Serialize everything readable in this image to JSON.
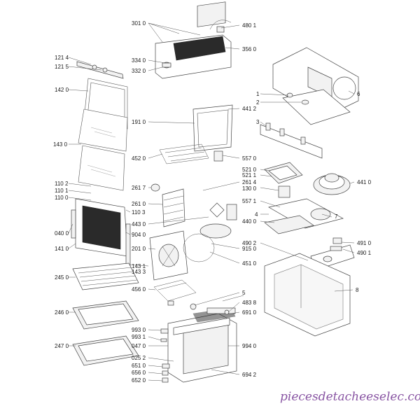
{
  "colors": {
    "watermark": "#6b2a8c",
    "line": "#444444"
  },
  "watermark": "piecesdetacheeselec.com",
  "labels": {
    "l3010": "301 0",
    "l4801": "480 1",
    "l3560": "356 0",
    "l3340": "334 0",
    "l3320": "332 0",
    "l1214": "121 4",
    "l1215": "121 5",
    "l1420": "142 0",
    "l1430": "143 0",
    "l1910": "191 0",
    "l4412": "441 2",
    "l4520": "452 0",
    "l5570": "557 0",
    "l5210": "521 0",
    "l5211": "521 1",
    "l2614": "261 4",
    "l1300": "130 0",
    "l4410": "441 0",
    "l2617": "261 7",
    "l2610": "261 0",
    "l5571": "557 1",
    "l4": "4",
    "l4400": "440 0",
    "l7": "7",
    "l1102": "110 2",
    "l1101": "110 1",
    "l1100": "110 0",
    "l1103": "110 3",
    "l4430": "443 0",
    "l0400": "040 0",
    "l9040": "904 0",
    "l1410": "141 0",
    "l2010": "201 0",
    "l9150": "915 0",
    "l4902": "490 2",
    "l4910": "491 0",
    "l4901": "490 1",
    "l1431": "143 1",
    "l1433": "143 3",
    "l4510": "451 0",
    "l2450": "245 0",
    "l4560": "456 0",
    "l8": "8",
    "l5": "5",
    "l4838": "483 8",
    "l6910": "691 0",
    "l2460": "246 0",
    "l9930": "993 0",
    "l9931": "993 1",
    "l0470": "047 0",
    "l9940": "994 0",
    "l2470": "247 0",
    "l0252": "025 2",
    "l6510": "651 0",
    "l6560": "656 0",
    "l6520": "652 0",
    "l6942": "694 2",
    "l1": "1",
    "l2": "2",
    "l3": "3",
    "l6": "6"
  }
}
